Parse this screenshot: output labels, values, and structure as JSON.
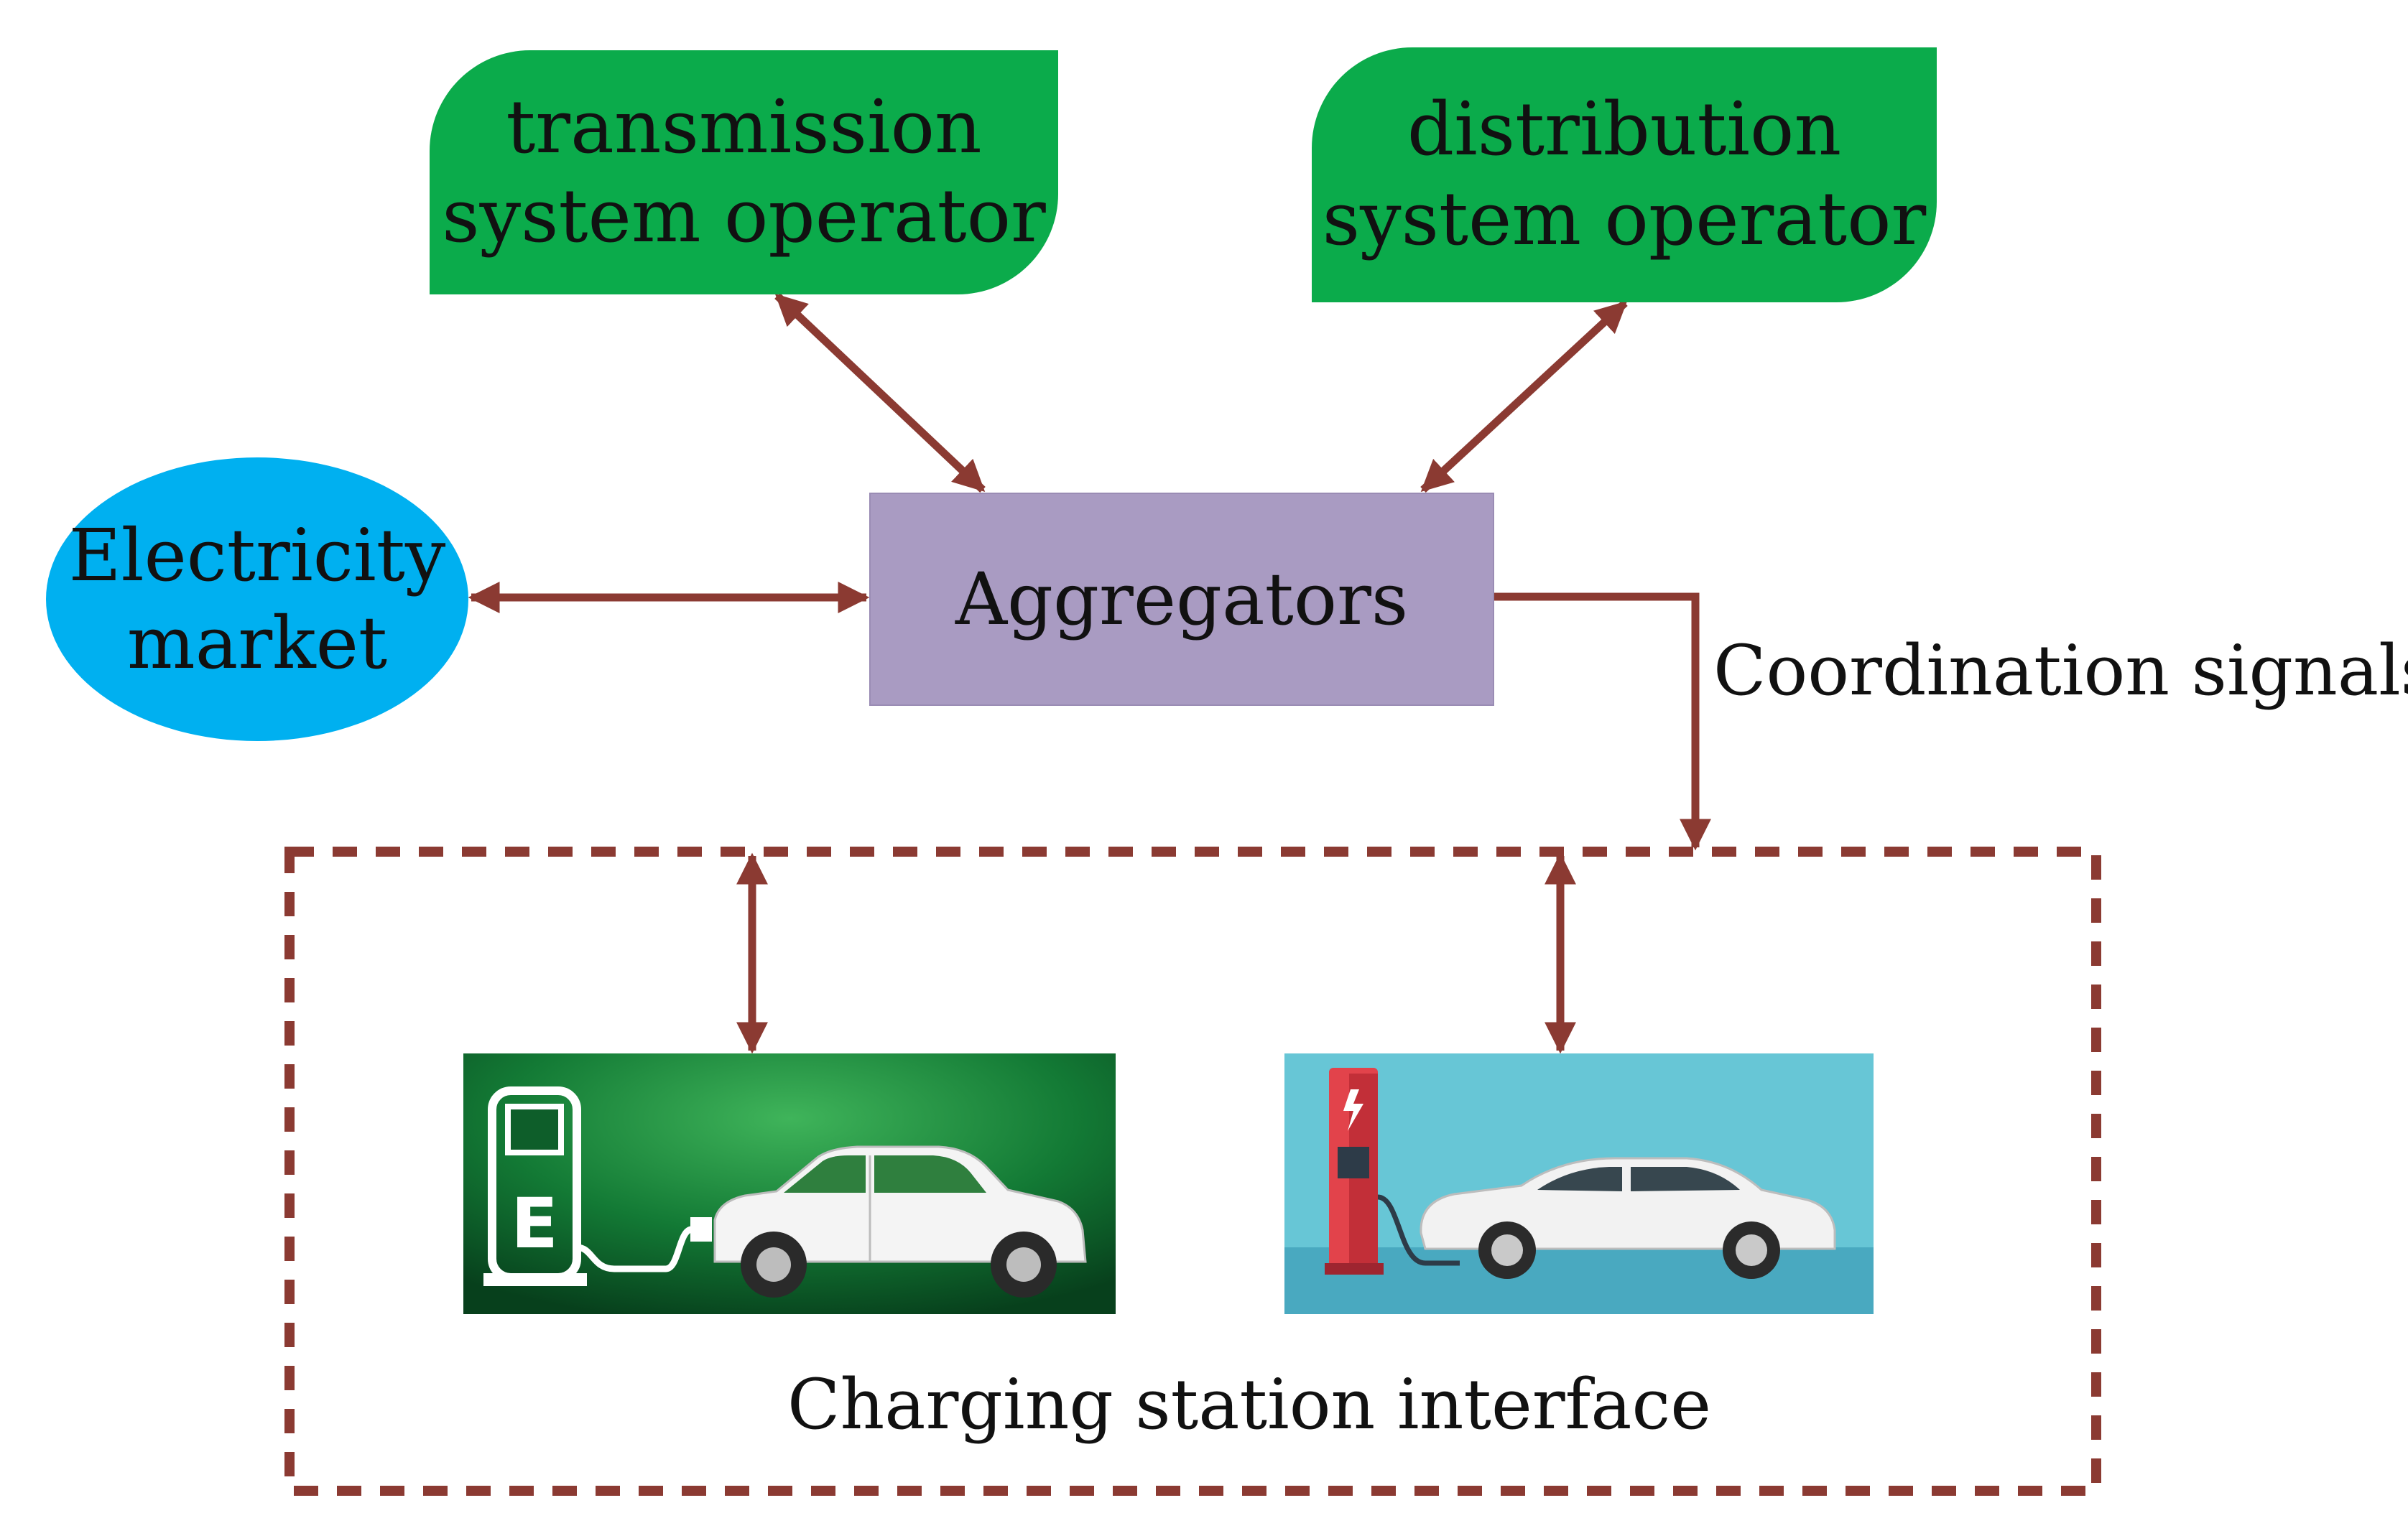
{
  "nodes": {
    "tso": {
      "line1": "transmission",
      "line2": "system operator"
    },
    "dso": {
      "line1": "distribution",
      "line2": "system operator"
    },
    "market": {
      "line1": "Electricity",
      "line2": "market"
    },
    "aggregators": {
      "label": "Aggregators"
    }
  },
  "labels": {
    "coordination": "Coordination signals",
    "charging_station": "Charging station interface"
  },
  "icons": {
    "left_panel": "ev-charging-pump-car-icon",
    "right_panel": "ev-charger-sedan-icon"
  },
  "colors": {
    "operator_green": "#0bab4b",
    "market_blue": "#00b0f0",
    "aggregator_purple": "#a99bc2",
    "arrow_brown": "#8b3a32"
  }
}
